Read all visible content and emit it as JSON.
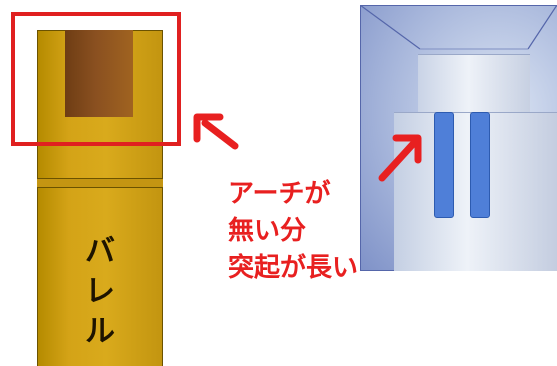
{
  "barrel": {
    "label": "バレル"
  },
  "caption": {
    "lines": [
      "アーチが",
      "無い分",
      "突起が長い"
    ]
  },
  "colors": {
    "barrel": "#d4a317",
    "barrel_cap": "#8a5020",
    "highlight": "#e02020",
    "caption": "#e82020",
    "section_bg": "#a9b8dc",
    "slot": "#4f7fd8"
  },
  "icons": {
    "pointer_left": "arrow-pointing-up-left",
    "pointer_right": "arrow-pointing-up-right"
  }
}
